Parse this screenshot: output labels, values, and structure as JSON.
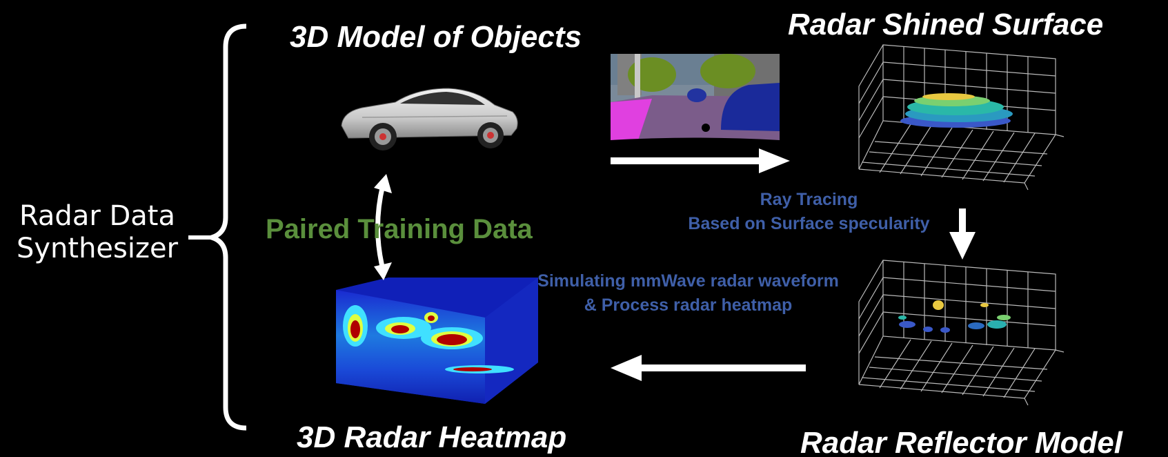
{
  "synthesizer": {
    "line1": "Radar Data",
    "line2": "Synthesizer"
  },
  "titles": {
    "model_3d": "3D Model of Objects",
    "shined_surface": "Radar Shined Surface",
    "heatmap_3d": "3D Radar Heatmap",
    "reflector_model": "Radar Reflector Model"
  },
  "paired_label": "Paired Training Data",
  "captions": {
    "ray_tracing_line1": "Ray Tracing",
    "ray_tracing_line2": "Based on Surface specularity",
    "simulating_line1": "Simulating mmWave radar waveform",
    "simulating_line2": "& Process radar heatmap"
  },
  "colors": {
    "background": "#000000",
    "text": "#ffffff",
    "paired": "#5a8f3c",
    "caption": "#3f5fa8"
  }
}
